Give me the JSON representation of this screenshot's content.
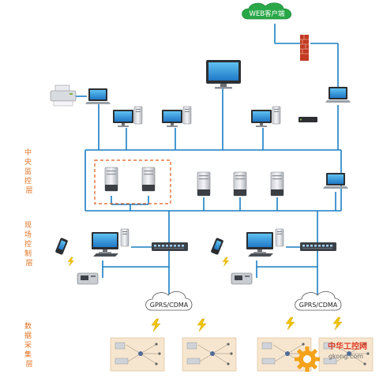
{
  "web_client": "WEB客户端",
  "layers": {
    "central": "中央监控层",
    "field": "现场控制层",
    "acquisition": "数据采集层"
  },
  "network": {
    "left_cloud": "GPRS/CDMA",
    "right_cloud": "GPRS/CDMA"
  },
  "watermark": {
    "site_name": "中华工控网",
    "site_url": "gkong.com"
  },
  "colors": {
    "wire": "#1a7fc4",
    "web_client_cloud": "#2aa848",
    "firewall": "#c23b22",
    "layer_label": "#e07020",
    "redundant_box": "#e05a1a",
    "lightning": "#f2c500",
    "watermark_gear": "#f4a21a"
  }
}
